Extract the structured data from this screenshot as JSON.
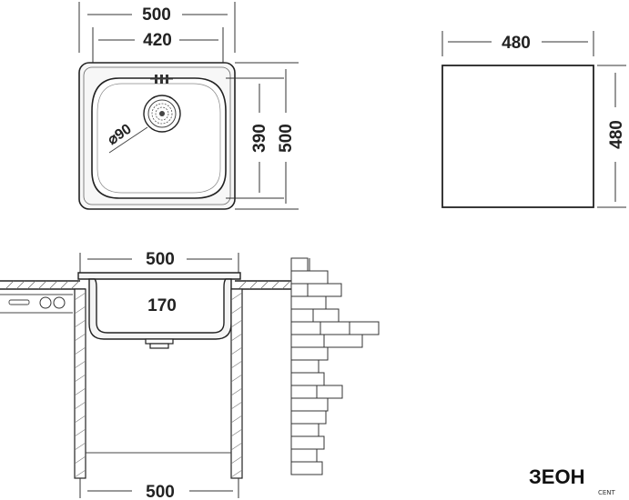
{
  "top_view": {
    "overall_width": "500",
    "bowl_width": "420",
    "bowl_depth": "390",
    "overall_depth": "500",
    "drain_diameter": "⌀90"
  },
  "cutout": {
    "width": "480",
    "depth": "480"
  },
  "side_view": {
    "top_width": "500",
    "bowl_depth": "170",
    "cabinet_width": "500"
  },
  "logo": {
    "brand": "ЗЕОН",
    "sub": "CENT"
  },
  "colors": {
    "line": "#222222",
    "steel_fill": "#f4f4f4",
    "brick": "#ffffff"
  }
}
